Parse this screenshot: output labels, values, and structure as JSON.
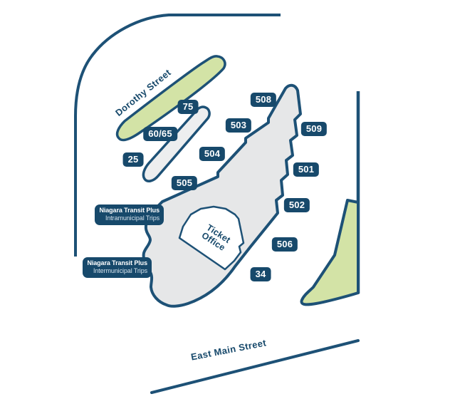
{
  "streets": [
    {
      "name": "Dorothy Street"
    },
    {
      "name": "East Main Street"
    }
  ],
  "ticket_office": {
    "line1": "Ticket",
    "line2": "Office"
  },
  "bays": [
    {
      "label": "508"
    },
    {
      "label": "75"
    },
    {
      "label": "503"
    },
    {
      "label": "509"
    },
    {
      "label": "60/65"
    },
    {
      "label": "504"
    },
    {
      "label": "25"
    },
    {
      "label": "501"
    },
    {
      "label": "505"
    },
    {
      "label": "502"
    },
    {
      "label": "506"
    },
    {
      "label": "34"
    }
  ],
  "transit_plus": [
    {
      "title": "Niagara Transit Plus",
      "subtitle": "Intramunicipal Trips"
    },
    {
      "title": "Niagara Transit Plus",
      "subtitle": "Intermunicipal Trips"
    }
  ],
  "colors": {
    "navy_badge": "#17496B",
    "navy_line": "#1D5176",
    "green_area": "#D3E3A6",
    "platform_gray": "#E6E7E8",
    "island_gray": "#EDEEEF",
    "background": "#FFFFFF"
  }
}
